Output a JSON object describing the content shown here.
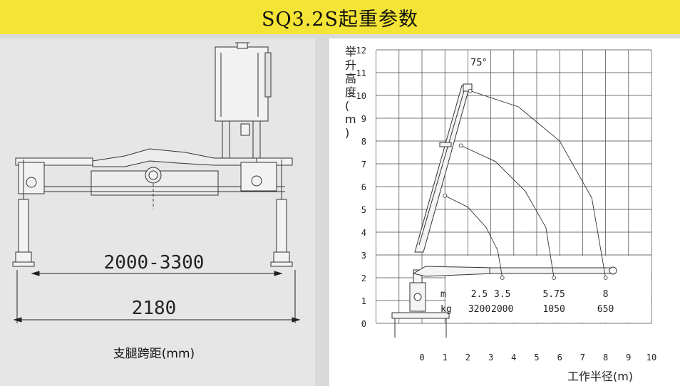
{
  "header": {
    "title": "SQ3.2S起重参数"
  },
  "left_drawing": {
    "span_inner": "2000-3300",
    "span_outer": "2180",
    "caption": "支腿跨距(mm)"
  },
  "chart_data": {
    "type": "line",
    "title": "",
    "ylabel": "举升高度(m)",
    "xlabel": "工作半径(m)",
    "xlim": [
      0,
      10
    ],
    "ylim": [
      0,
      12
    ],
    "x_ticks": [
      "0",
      "1",
      "2",
      "3",
      "4",
      "5",
      "6",
      "7",
      "8",
      "9",
      "10"
    ],
    "y_ticks": [
      "0",
      "1",
      "2",
      "3",
      "4",
      "5",
      "6",
      "7",
      "8",
      "9",
      "10",
      "11",
      "12"
    ],
    "grid": true,
    "angle_label": "75°",
    "row_labels": {
      "radius": "m",
      "load": "kg"
    },
    "load_table": [
      {
        "radius": "2.5",
        "load": "3200"
      },
      {
        "radius": "3.5",
        "load": "2000"
      },
      {
        "radius": "5.75",
        "load": "1050"
      },
      {
        "radius": "8",
        "load": "650"
      }
    ],
    "series": [
      {
        "x": [
          1.0,
          2.0,
          2.8,
          3.3,
          3.5
        ],
        "y": [
          5.6,
          5.1,
          4.2,
          3.2,
          2.0
        ]
      },
      {
        "x": [
          1.7,
          3.2,
          4.5,
          5.4,
          5.75
        ],
        "y": [
          7.8,
          7.1,
          5.8,
          4.2,
          2.0
        ]
      },
      {
        "x": [
          2.1,
          4.2,
          6.0,
          7.4,
          8.0
        ],
        "y": [
          10.2,
          9.5,
          8.0,
          5.5,
          2.0
        ]
      }
    ]
  }
}
